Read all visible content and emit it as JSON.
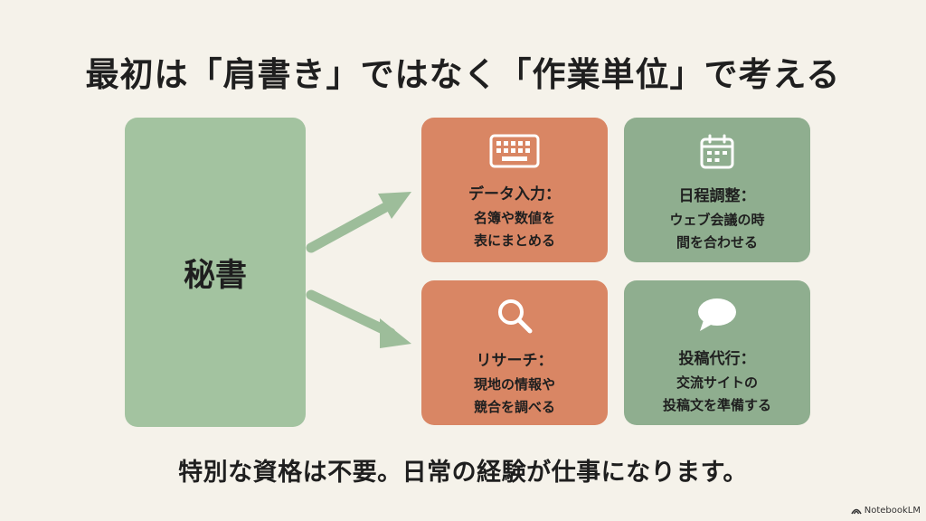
{
  "title": "最初は「肩書き」ではなく「作業単位」で考える",
  "role": {
    "label": "秘書"
  },
  "cards": [
    {
      "title": "データ入力：",
      "lines": [
        "名簿や数値を",
        "表にまとめる"
      ],
      "icon": "keyboard-icon",
      "color": "#d98664"
    },
    {
      "title": "日程調整：",
      "lines": [
        "ウェブ会議の時",
        "間を合わせる"
      ],
      "icon": "calendar-icon",
      "color": "#8fae8f"
    },
    {
      "title": "リサーチ：",
      "lines": [
        "現地の情報や",
        "競合を調べる"
      ],
      "icon": "search-icon",
      "color": "#d98664"
    },
    {
      "title": "投稿代行：",
      "lines": [
        "交流サイトの",
        "投稿文を準備する"
      ],
      "icon": "speech-bubble-icon",
      "color": "#8fae8f"
    }
  ],
  "bottom_text": "特別な資格は不要。日常の経験が仕事になります。",
  "brand": "NotebookLM"
}
